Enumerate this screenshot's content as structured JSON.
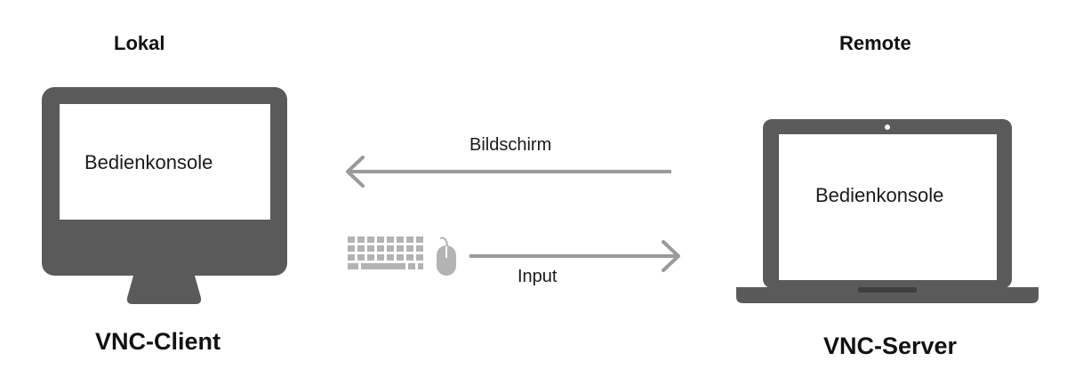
{
  "left": {
    "heading": "Lokal",
    "screen_label": "Bedienkonsole",
    "title": "VNC-Client"
  },
  "right": {
    "heading": "Remote",
    "screen_label": "Bedienkonsole",
    "title": "VNC-Server"
  },
  "arrows": {
    "top_label": "Bildschirm",
    "bottom_label": "Input"
  },
  "colors": {
    "device": "#5a5a5a",
    "screen": "#ffffff",
    "arrow": "#9a9a9a",
    "peripheral": "#b3b3b3"
  },
  "icons": [
    "desktop-monitor-icon",
    "laptop-icon",
    "keyboard-icon",
    "mouse-icon",
    "arrow-left-icon",
    "arrow-right-icon"
  ]
}
